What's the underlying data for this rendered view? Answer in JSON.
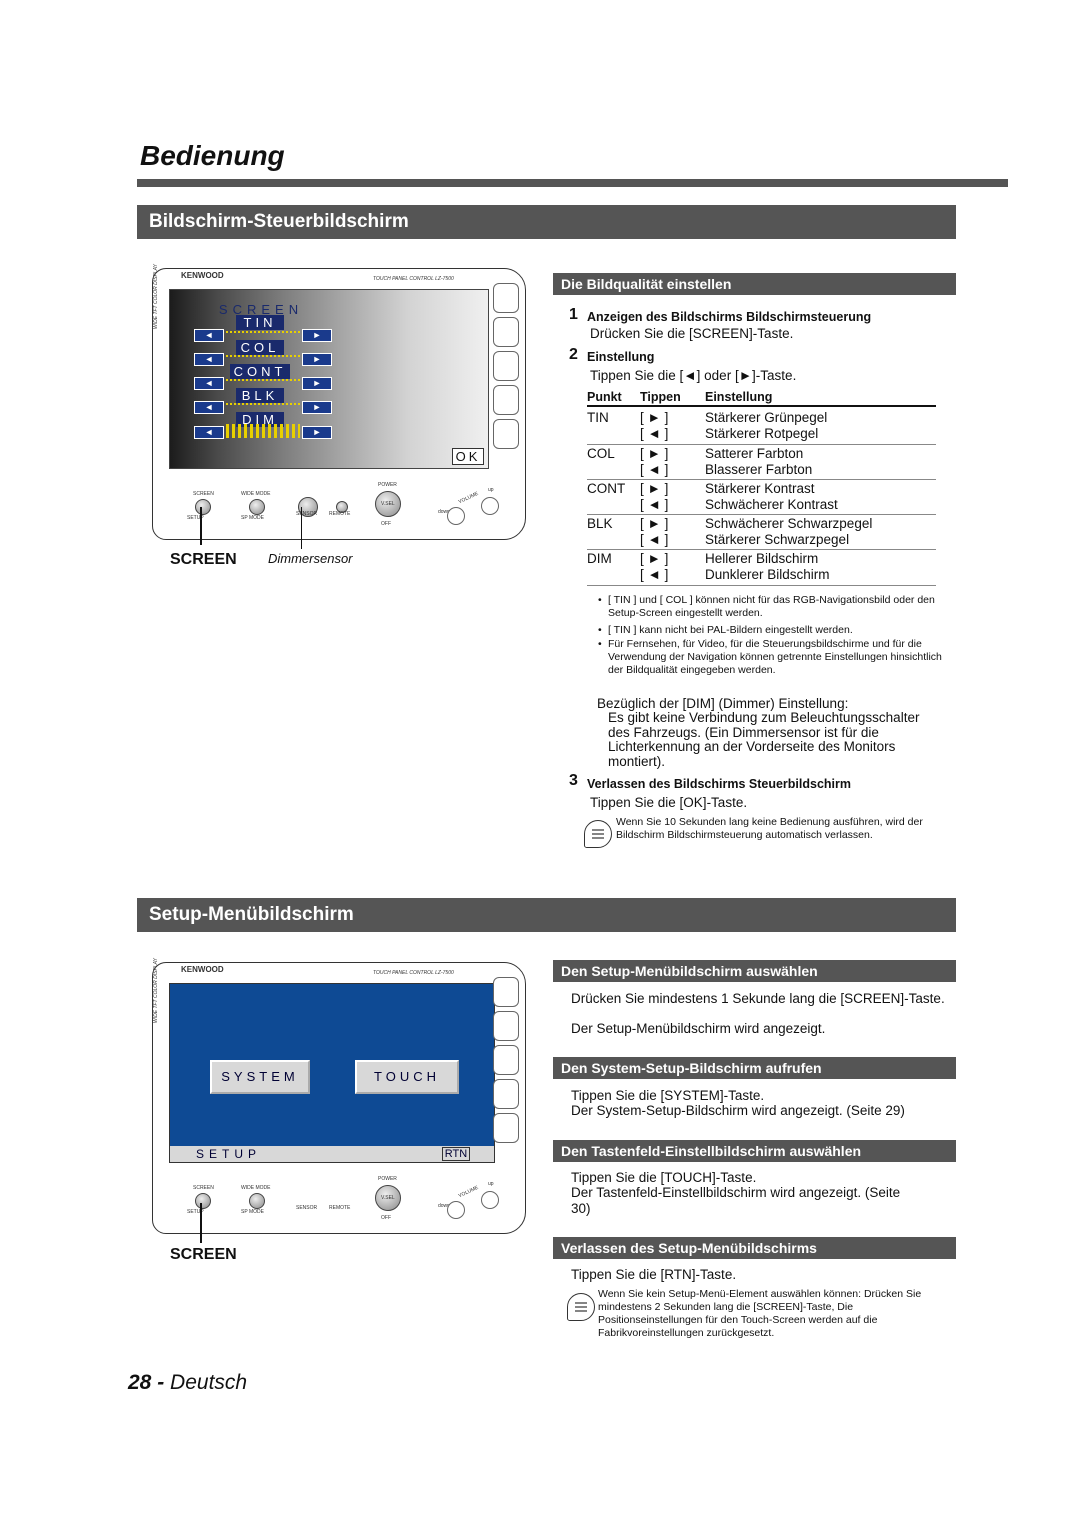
{
  "chapter_title": "Bedienung",
  "section1": {
    "title": "Bildschirm-Steuerbildschirm",
    "sub_title": "Die Bildqualität einstellen",
    "step1_num": "1",
    "step1_title": "Anzeigen des Bildschirms Bildschirmsteuerung",
    "step1_text": "Drücken Sie die [SCREEN]-Taste.",
    "step2_num": "2",
    "step2_title": "Einstellung",
    "step2_text": "Tippen Sie die [◄] oder [►]-Taste.",
    "table_headers": [
      "Punkt",
      "Tippen",
      "Einstellung"
    ],
    "table_rows": [
      {
        "item": "TIN",
        "tap1": "[ ► ]",
        "set1": "Stärkerer Grünpegel",
        "tap2": "[ ◄ ]",
        "set2": "Stärkerer Rotpegel"
      },
      {
        "item": "COL",
        "tap1": "[ ► ]",
        "set1": "Satterer Farbton",
        "tap2": "[ ◄ ]",
        "set2": "Blasserer Farbton"
      },
      {
        "item": "CONT",
        "tap1": "[ ► ]",
        "set1": "Stärkerer Kontrast",
        "tap2": "[ ◄ ]",
        "set2": "Schwächerer Kontrast"
      },
      {
        "item": "BLK",
        "tap1": "[ ► ]",
        "set1": "Schwächerer Schwarzpegel",
        "tap2": "[ ◄ ]",
        "set2": "Stärkerer Schwarzpegel"
      },
      {
        "item": "DIM",
        "tap1": "[ ► ]",
        "set1": "Hellerer Bildschirm",
        "tap2": "[ ◄ ]",
        "set2": "Dunklerer Bildschirm"
      }
    ],
    "bullets": [
      "[ TIN ] und [ COL ] können nicht für das RGB-Navigationsbild oder den Setup-Screen eingestellt werden.",
      "[ TIN ] kann nicht bei PAL-Bildern eingestellt werden.",
      "Für Fernsehen, für Video, für die Steuerungsbildschirme und für die Verwendung der Navigation können getrennte Einstellungen hinsichtlich der Bildqualität eingegeben werden."
    ],
    "dim_note_title": "Bezüglich der [DIM] (Dimmer) Einstellung:",
    "dim_note_text": "Es gibt keine Verbindung zum Beleuchtungsschalter des Fahrzeugs. (Ein Dimmersensor ist für die Lichterkennung an der Vorderseite des Monitors montiert).",
    "step3_num": "3",
    "step3_title": "Verlassen des Bildschirms Steuerbildschirm",
    "step3_text": "Tippen Sie die [OK]-Taste.",
    "step3_note": "Wenn Sie 10 Sekunden lang keine Bedienung ausführen, wird der Bildschirm Bildschirmsteuerung automatisch verlassen.",
    "device_brand": "KENWOOD",
    "device_model": "TOUCH PANEL CONTROL LZ-7500",
    "device_side_text": "WIDE TFT COLOR DISPLAY",
    "screen_labels": {
      "screen": "SCREEN",
      "tin": "TIN",
      "col": "COL",
      "cont": "CONT",
      "blk": "BLK",
      "dim": "DIM",
      "ok": "OK"
    },
    "device_buttons": {
      "screen": "SCREEN",
      "wide_mode": "WIDE MODE",
      "setup": "SETUP",
      "sp_mode": "SP MODE",
      "sensor": "SENSOR",
      "remote": "REMOTE",
      "power": "POWER",
      "vsel": "V.SEL",
      "off": "OFF",
      "volume": "VOLUME",
      "down": "down",
      "up": "up"
    },
    "callout_screen": "SCREEN",
    "callout_dimmer": "Dimmersensor"
  },
  "section2": {
    "title": "Setup-Menübildschirm",
    "sub1_title": "Den Setup-Menübildschirm auswählen",
    "sub1_text1": "Drücken Sie mindestens 1 Sekunde lang die [SCREEN]-Taste.",
    "sub1_text2": "Der Setup-Menübildschirm wird angezeigt.",
    "sub2_title": "Den System-Setup-Bildschirm aufrufen",
    "sub2_text1": "Tippen Sie die [SYSTEM]-Taste.",
    "sub2_text2": "Der System-Setup-Bildschirm wird angezeigt. (Seite 29)",
    "sub3_title": "Den Tastenfeld-Einstellbildschirm auswählen",
    "sub3_text1": "Tippen Sie die [TOUCH]-Taste.",
    "sub3_text2": "Der Tastenfeld-Einstellbildschirm wird angezeigt. (Seite 30)",
    "sub4_title": "Verlassen des Setup-Menübildschirms",
    "sub4_text1": "Tippen Sie die [RTN]-Taste.",
    "sub4_note": "Wenn Sie kein Setup-Menü-Element auswählen können: Drücken Sie mindestens 2 Sekunden lang die [SCREEN]-Taste, Die Positionseinstellungen für den Touch-Screen werden auf die Fabrikvoreinstellungen zurückgesetzt.",
    "screen_labels": {
      "system": "SYSTEM",
      "touch": "TOUCH",
      "setup": "SETUP",
      "rtn": "RTN"
    },
    "callout_screen": "SCREEN"
  },
  "footer": {
    "page_number": "28",
    "separator": "-",
    "language": "Deutsch"
  }
}
